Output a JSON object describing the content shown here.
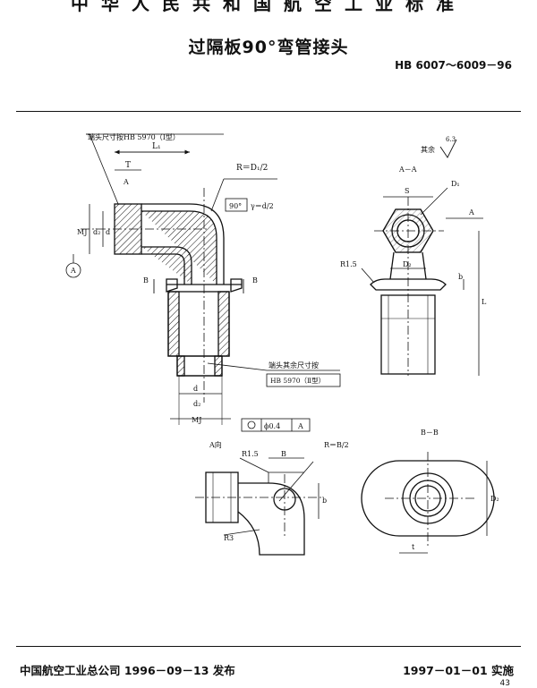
{
  "header": {
    "org_title": "中华人民共和国航空工业标准",
    "doc_title": "过隔板90°弯管接头",
    "standard_no": "HB 6007～6009－96"
  },
  "drawing": {
    "main_view": {
      "end_note_1": "端头尺寸按HB 5970（Ⅰ型）",
      "L1": "L₁",
      "T": "T",
      "A_mark": "A",
      "R_formula": "R＝D₁/2",
      "angle_90": "90°",
      "gamma_formula": "γ＝d/2",
      "MJ": "MJ",
      "d2": "d₂",
      "d": "d",
      "datum_A": "A",
      "B_left": "B",
      "B_right": "B",
      "end_note_2": "端头其余尺寸按",
      "end_note_3": "HB 5970（Ⅱ型）",
      "tolerance_value": "ϕ0.4",
      "tolerance_datum": "A"
    },
    "section_AA": {
      "title": "A－A",
      "S": "S",
      "D1": "D₁",
      "A_arrow": "A",
      "R": "R1.5",
      "D2": "D₂",
      "b": "b",
      "L": "L"
    },
    "view_A": {
      "title": "A向",
      "R15": "R1.5",
      "B": "B",
      "R_formula": "R＝B/2",
      "b": "b",
      "R3": "R3"
    },
    "section_BB": {
      "title": "B－B",
      "D2": "D₂",
      "t": "t"
    },
    "roughness": {
      "label": "其余",
      "value": "6.3"
    }
  },
  "footer": {
    "issued": "中国航空工业总公司 1996－09－13 发布",
    "effective": "1997－01－01 实施",
    "page": "43"
  }
}
